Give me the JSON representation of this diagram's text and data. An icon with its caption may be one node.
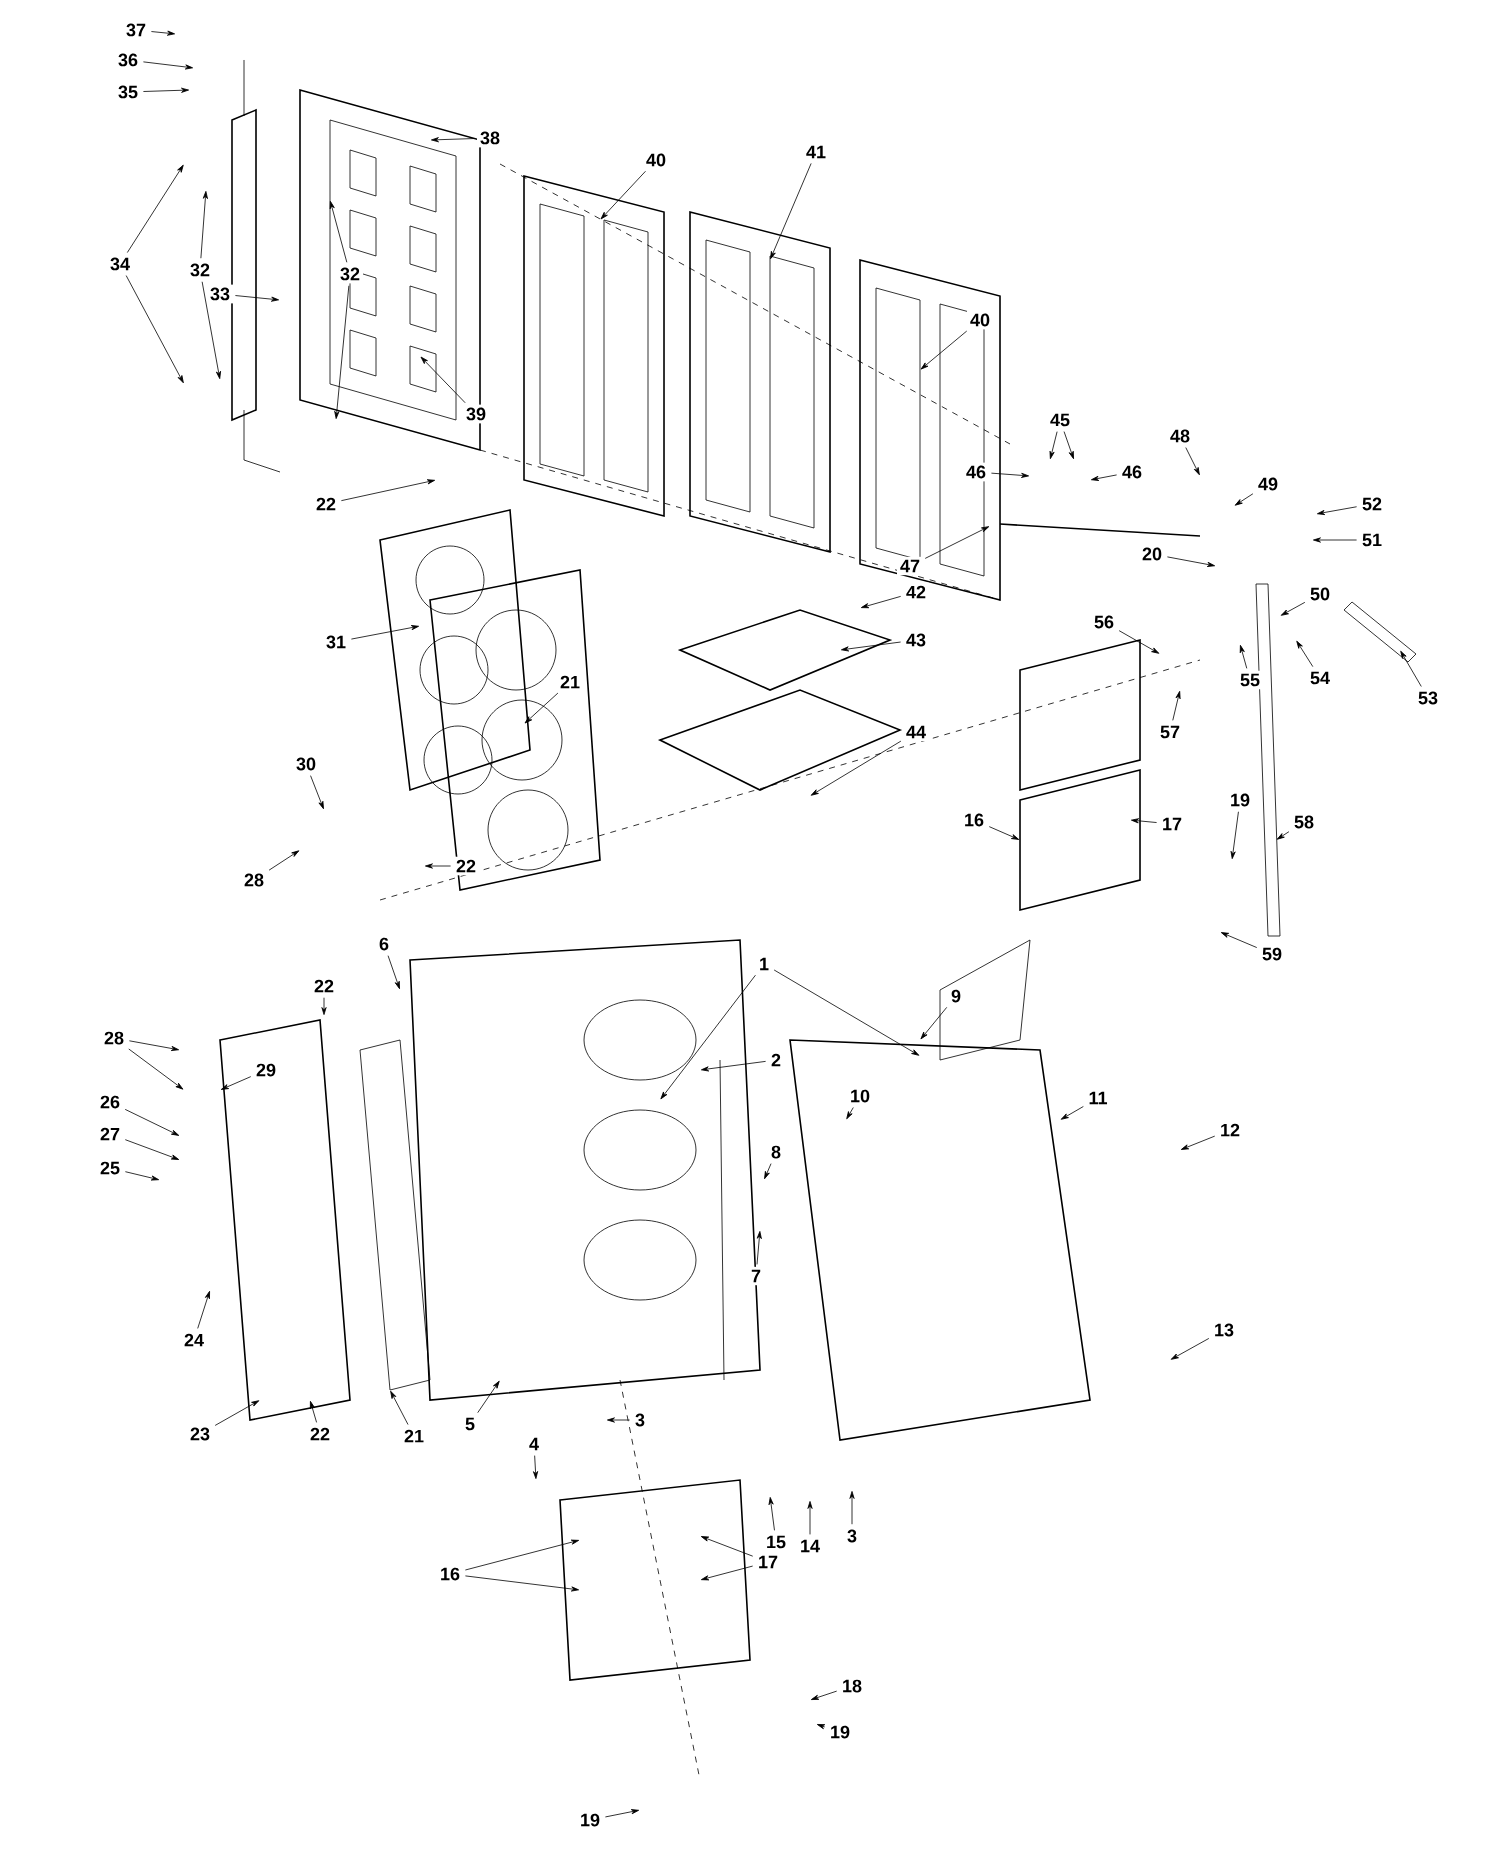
{
  "diagram": {
    "nodes": [
      {
        "text": [
          "37"
        ]
      },
      {
        "text": [
          "36"
        ]
      },
      {
        "text": [
          "35"
        ]
      },
      {
        "text": [
          "38"
        ]
      },
      {
        "text": [
          "40"
        ]
      },
      {
        "text": [
          "41"
        ]
      },
      {
        "text": [
          "34"
        ]
      },
      {
        "text": [
          "32"
        ]
      },
      {
        "text": [
          "32"
        ]
      },
      {
        "text": [
          "33"
        ]
      },
      {
        "text": [
          "40"
        ]
      },
      {
        "text": [
          "39"
        ]
      },
      {
        "text": [
          "45"
        ]
      },
      {
        "text": [
          "48"
        ]
      },
      {
        "text": [
          "46"
        ]
      },
      {
        "text": [
          "46"
        ]
      },
      {
        "text": [
          "49"
        ]
      },
      {
        "text": [
          "22"
        ]
      },
      {
        "text": [
          "52"
        ]
      },
      {
        "text": [
          "51"
        ]
      },
      {
        "text": [
          "20"
        ]
      },
      {
        "text": [
          "47"
        ]
      },
      {
        "text": [
          "42"
        ]
      },
      {
        "text": [
          "50"
        ]
      },
      {
        "text": [
          "56"
        ]
      },
      {
        "text": [
          "43"
        ]
      },
      {
        "text": [
          "31"
        ]
      },
      {
        "text": [
          "21"
        ]
      },
      {
        "text": [
          "55"
        ]
      },
      {
        "text": [
          "54"
        ]
      },
      {
        "text": [
          "53"
        ]
      },
      {
        "text": [
          "44"
        ]
      },
      {
        "text": [
          "57"
        ]
      },
      {
        "text": [
          "30"
        ]
      },
      {
        "text": [
          "19"
        ]
      },
      {
        "text": [
          "16"
        ]
      },
      {
        "text": [
          "58"
        ]
      },
      {
        "text": [
          "17"
        ]
      },
      {
        "text": [
          "22"
        ]
      },
      {
        "text": [
          "28"
        ]
      },
      {
        "text": [
          "6"
        ]
      },
      {
        "text": [
          "59"
        ]
      },
      {
        "text": [
          "1"
        ]
      },
      {
        "text": [
          "22"
        ]
      },
      {
        "text": [
          "9"
        ]
      },
      {
        "text": [
          "28"
        ]
      },
      {
        "text": [
          "2"
        ]
      },
      {
        "text": [
          "29"
        ]
      },
      {
        "text": [
          "11"
        ]
      },
      {
        "text": [
          "10"
        ]
      },
      {
        "text": [
          "26"
        ]
      },
      {
        "text": [
          "12"
        ]
      },
      {
        "text": [
          "27"
        ]
      },
      {
        "text": [
          "8"
        ]
      },
      {
        "text": [
          "25"
        ]
      },
      {
        "text": [
          "7"
        ]
      },
      {
        "text": [
          "13"
        ]
      },
      {
        "text": [
          "24"
        ]
      },
      {
        "text": [
          "3"
        ]
      },
      {
        "text": [
          "5"
        ]
      },
      {
        "text": [
          "21"
        ]
      },
      {
        "text": [
          "23"
        ]
      },
      {
        "text": [
          "22"
        ]
      },
      {
        "text": [
          "4"
        ]
      },
      {
        "text": [
          "3"
        ]
      },
      {
        "text": [
          "15"
        ]
      },
      {
        "text": [
          "14"
        ]
      },
      {
        "text": [
          "17"
        ]
      },
      {
        "text": [
          "16"
        ]
      },
      {
        "text": [
          "18"
        ]
      },
      {
        "text": [
          "19"
        ]
      },
      {
        "text": [
          "19"
        ]
      }
    ],
    "edges": [
      {
        "from": 0,
        "to": null,
        "arrow": "to"
      },
      {
        "from": 1,
        "to": null,
        "arrow": "to"
      },
      {
        "from": 2,
        "to": null,
        "arrow": "to"
      },
      {
        "from": 3,
        "to": null,
        "arrow": "to"
      },
      {
        "from": 4,
        "to": null,
        "arrow": "to"
      },
      {
        "from": 5,
        "to": null,
        "arrow": "to"
      },
      {
        "from": 6,
        "to": null,
        "arrow": "to"
      },
      {
        "from": 6,
        "to": null,
        "arrow": "to"
      },
      {
        "from": 7,
        "to": null,
        "arrow": "to"
      },
      {
        "from": 7,
        "to": null,
        "arrow": "to"
      },
      {
        "from": 8,
        "to": null,
        "arrow": "to"
      },
      {
        "from": 8,
        "to": null,
        "arrow": "to"
      },
      {
        "from": 9,
        "to": null,
        "arrow": "to"
      },
      {
        "from": 10,
        "to": null,
        "arrow": "to"
      },
      {
        "from": 11,
        "to": null,
        "arrow": "to"
      },
      {
        "from": 12,
        "to": null,
        "arrow": "to"
      },
      {
        "from": 12,
        "to": null,
        "arrow": "to"
      },
      {
        "from": 13,
        "to": null,
        "arrow": "to"
      },
      {
        "from": 14,
        "to": null,
        "arrow": "to"
      },
      {
        "from": 15,
        "to": null,
        "arrow": "to"
      },
      {
        "from": 16,
        "to": null,
        "arrow": "to"
      },
      {
        "from": 17,
        "to": null,
        "arrow": "to"
      },
      {
        "from": 18,
        "to": null,
        "arrow": "to"
      },
      {
        "from": 19,
        "to": null,
        "arrow": "to"
      },
      {
        "from": 20,
        "to": null,
        "arrow": "to"
      },
      {
        "from": 21,
        "to": null,
        "arrow": "to"
      },
      {
        "from": 22,
        "to": null,
        "arrow": "to"
      },
      {
        "from": 23,
        "to": null,
        "arrow": "to"
      },
      {
        "from": 24,
        "to": null,
        "arrow": "to"
      },
      {
        "from": 25,
        "to": null,
        "arrow": "to"
      },
      {
        "from": 26,
        "to": null,
        "arrow": "to"
      },
      {
        "from": 27,
        "to": null,
        "arrow": "to"
      },
      {
        "from": 28,
        "to": null,
        "arrow": "to"
      },
      {
        "from": 29,
        "to": null,
        "arrow": "to"
      },
      {
        "from": 30,
        "to": null,
        "arrow": "to"
      },
      {
        "from": 31,
        "to": null,
        "arrow": "to"
      },
      {
        "from": 32,
        "to": null,
        "arrow": "to"
      },
      {
        "from": 33,
        "to": null,
        "arrow": "to"
      },
      {
        "from": 34,
        "to": null,
        "arrow": "to"
      },
      {
        "from": 35,
        "to": null,
        "arrow": "to"
      },
      {
        "from": 36,
        "to": null,
        "arrow": "to"
      },
      {
        "from": 37,
        "to": null,
        "arrow": "to"
      },
      {
        "from": 38,
        "to": null,
        "arrow": "to"
      },
      {
        "from": 39,
        "to": null,
        "arrow": "to"
      },
      {
        "from": 40,
        "to": null,
        "arrow": "to"
      },
      {
        "from": 41,
        "to": null,
        "arrow": "to"
      },
      {
        "from": 42,
        "to": null,
        "arrow": "to"
      },
      {
        "from": 42,
        "to": null,
        "arrow": "to"
      },
      {
        "from": 43,
        "to": null,
        "arrow": "to"
      },
      {
        "from": 44,
        "to": null,
        "arrow": "to"
      },
      {
        "from": 45,
        "to": null,
        "arrow": "to"
      },
      {
        "from": 45,
        "to": null,
        "arrow": "to"
      },
      {
        "from": 46,
        "to": null,
        "arrow": "to"
      },
      {
        "from": 47,
        "to": null,
        "arrow": "to"
      },
      {
        "from": 48,
        "to": null,
        "arrow": "to"
      },
      {
        "from": 49,
        "to": null,
        "arrow": "to"
      },
      {
        "from": 50,
        "to": null,
        "arrow": "to"
      },
      {
        "from": 51,
        "to": null,
        "arrow": "to"
      },
      {
        "from": 52,
        "to": null,
        "arrow": "to"
      },
      {
        "from": 53,
        "to": null,
        "arrow": "to"
      },
      {
        "from": 54,
        "to": null,
        "arrow": "to"
      },
      {
        "from": 55,
        "to": null,
        "arrow": "to"
      },
      {
        "from": 56,
        "to": null,
        "arrow": "to"
      },
      {
        "from": 57,
        "to": null,
        "arrow": "to"
      },
      {
        "from": 58,
        "to": null,
        "arrow": "to"
      },
      {
        "from": 59,
        "to": null,
        "arrow": "to"
      },
      {
        "from": 60,
        "to": null,
        "arrow": "to"
      },
      {
        "from": 61,
        "to": null,
        "arrow": "to"
      },
      {
        "from": 62,
        "to": null,
        "arrow": "to"
      },
      {
        "from": 63,
        "to": null,
        "arrow": "to"
      },
      {
        "from": 64,
        "to": null,
        "arrow": "to"
      },
      {
        "from": 65,
        "to": null,
        "arrow": "to"
      },
      {
        "from": 66,
        "to": null,
        "arrow": "to"
      },
      {
        "from": 67,
        "to": null,
        "arrow": "to"
      },
      {
        "from": 67,
        "to": null,
        "arrow": "to"
      },
      {
        "from": 68,
        "to": null,
        "arrow": "to"
      },
      {
        "from": 68,
        "to": null,
        "arrow": "to"
      },
      {
        "from": 69,
        "to": null,
        "arrow": "to"
      },
      {
        "from": 70,
        "to": null,
        "arrow": "to"
      },
      {
        "from": 71,
        "to": null,
        "arrow": "to"
      }
    ]
  }
}
